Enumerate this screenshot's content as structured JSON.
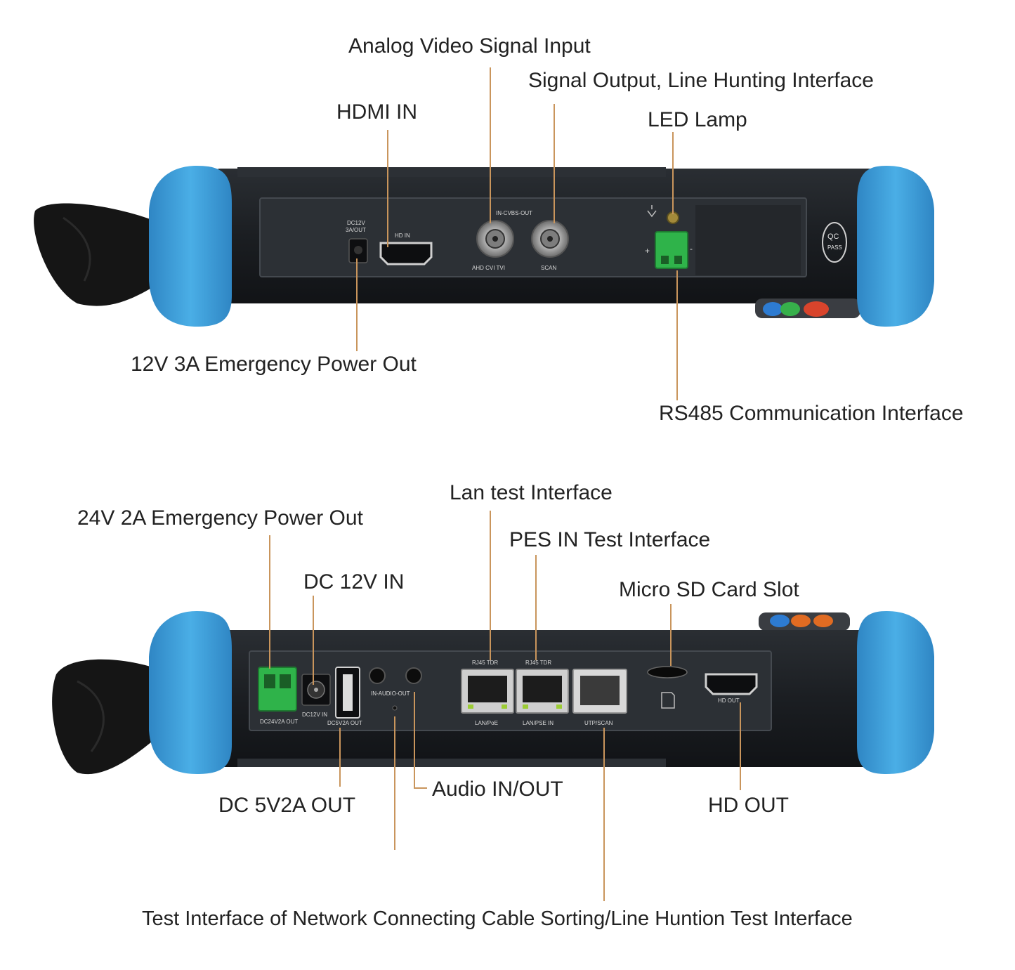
{
  "colors": {
    "bumper": "#3f9fd8",
    "body": "#1e2125",
    "panel": "#2c3035",
    "leader": "#c9955c",
    "terminal": "#2fb34a"
  },
  "top_device": {
    "labels": {
      "analog_video": "Analog Video Signal Input",
      "signal_output": "Signal Output, Line Hunting Interface",
      "hdmi_in": "HDMI IN",
      "led_lamp": "LED Lamp",
      "power_out_12v": "12V 3A Emergency Power Out",
      "rs485": "RS485 Communication Interface"
    },
    "silkscreen": {
      "dc12v": "DC12V",
      "dc12v_2": "3A/OUT",
      "hd_in": "HD IN",
      "cvbs": "IN-CVBS-OUT",
      "ahd": "AHD CVI TVI",
      "scan": "SCAN",
      "plus": "+",
      "minus": "-",
      "qc": "QC",
      "pass": "PASS"
    }
  },
  "bottom_device": {
    "labels": {
      "power_out_24v": "24V 2A Emergency Power Out",
      "dc12v_in": "DC 12V IN",
      "lan_test": "Lan test Interface",
      "pes_in": "PES IN Test Interface",
      "micro_sd": "Micro SD Card Slot",
      "dc5v_out": "DC 5V2A OUT",
      "audio": "Audio IN/OUT",
      "hd_out": "HD OUT",
      "cable_sorting": "Test Interface of Network Connecting Cable Sorting/Line Huntion Test Interface"
    },
    "silkscreen": {
      "rj45_1": "RJ45 TDR",
      "rj45_2": "RJ45 TDR",
      "lan_poe": "LAN/PoE",
      "lan_pse": "LAN/PSE IN",
      "utp": "UTP/SCAN",
      "dc24v": "DC24V2A OUT",
      "dc12v_in": "DC12V IN",
      "dc5v": "DC5V2A OUT",
      "audio_io": "IN-AUDIO-OUT",
      "hd_out": "HD OUT"
    }
  }
}
